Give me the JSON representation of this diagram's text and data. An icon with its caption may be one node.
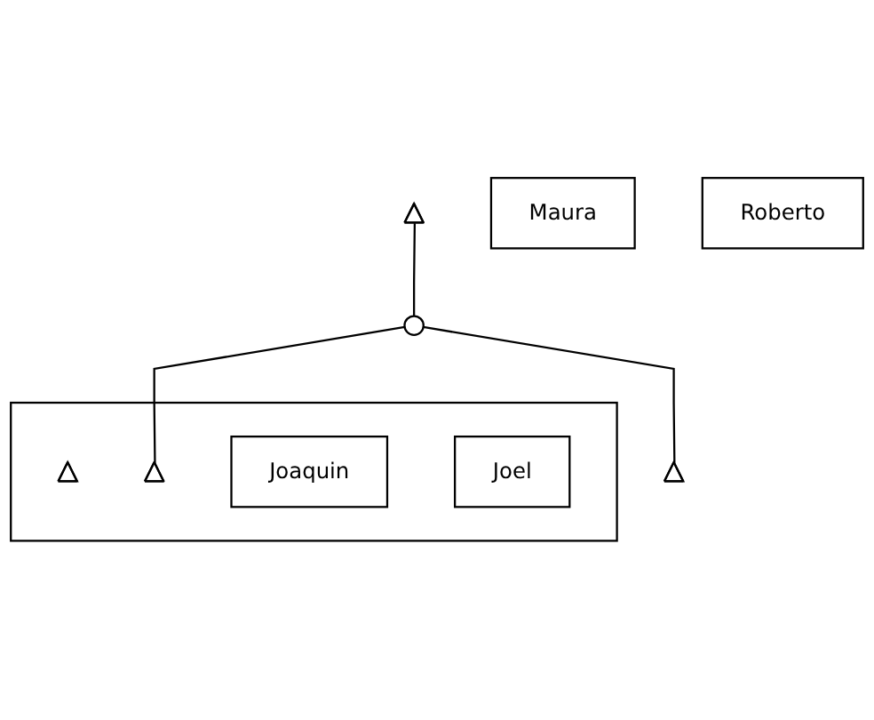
{
  "diagram": {
    "nodes": [
      {
        "text": [],
        "shape": "triangle"
      },
      {
        "text": [],
        "shape": "circle"
      },
      {
        "text": [
          "Maura"
        ]
      },
      {
        "text": [],
        "shape": "box"
      },
      {
        "text": [],
        "shape": "triangle",
        "in": 3
      },
      {
        "text": [],
        "shape": "triangle",
        "in": 3
      },
      {
        "text": [],
        "shape": "triangle"
      },
      {
        "text": [
          "Joaquin"
        ],
        "in": 3
      },
      {
        "text": [
          "Joel"
        ],
        "in": 3
      },
      {
        "text": [
          "Roberto"
        ]
      }
    ],
    "edges": [
      {
        "from": 0,
        "to": 1,
        "arrow": "none"
      },
      {
        "from": 1,
        "to": 5,
        "arrow": "none"
      },
      {
        "from": 1,
        "to": 6,
        "arrow": "none"
      }
    ]
  }
}
